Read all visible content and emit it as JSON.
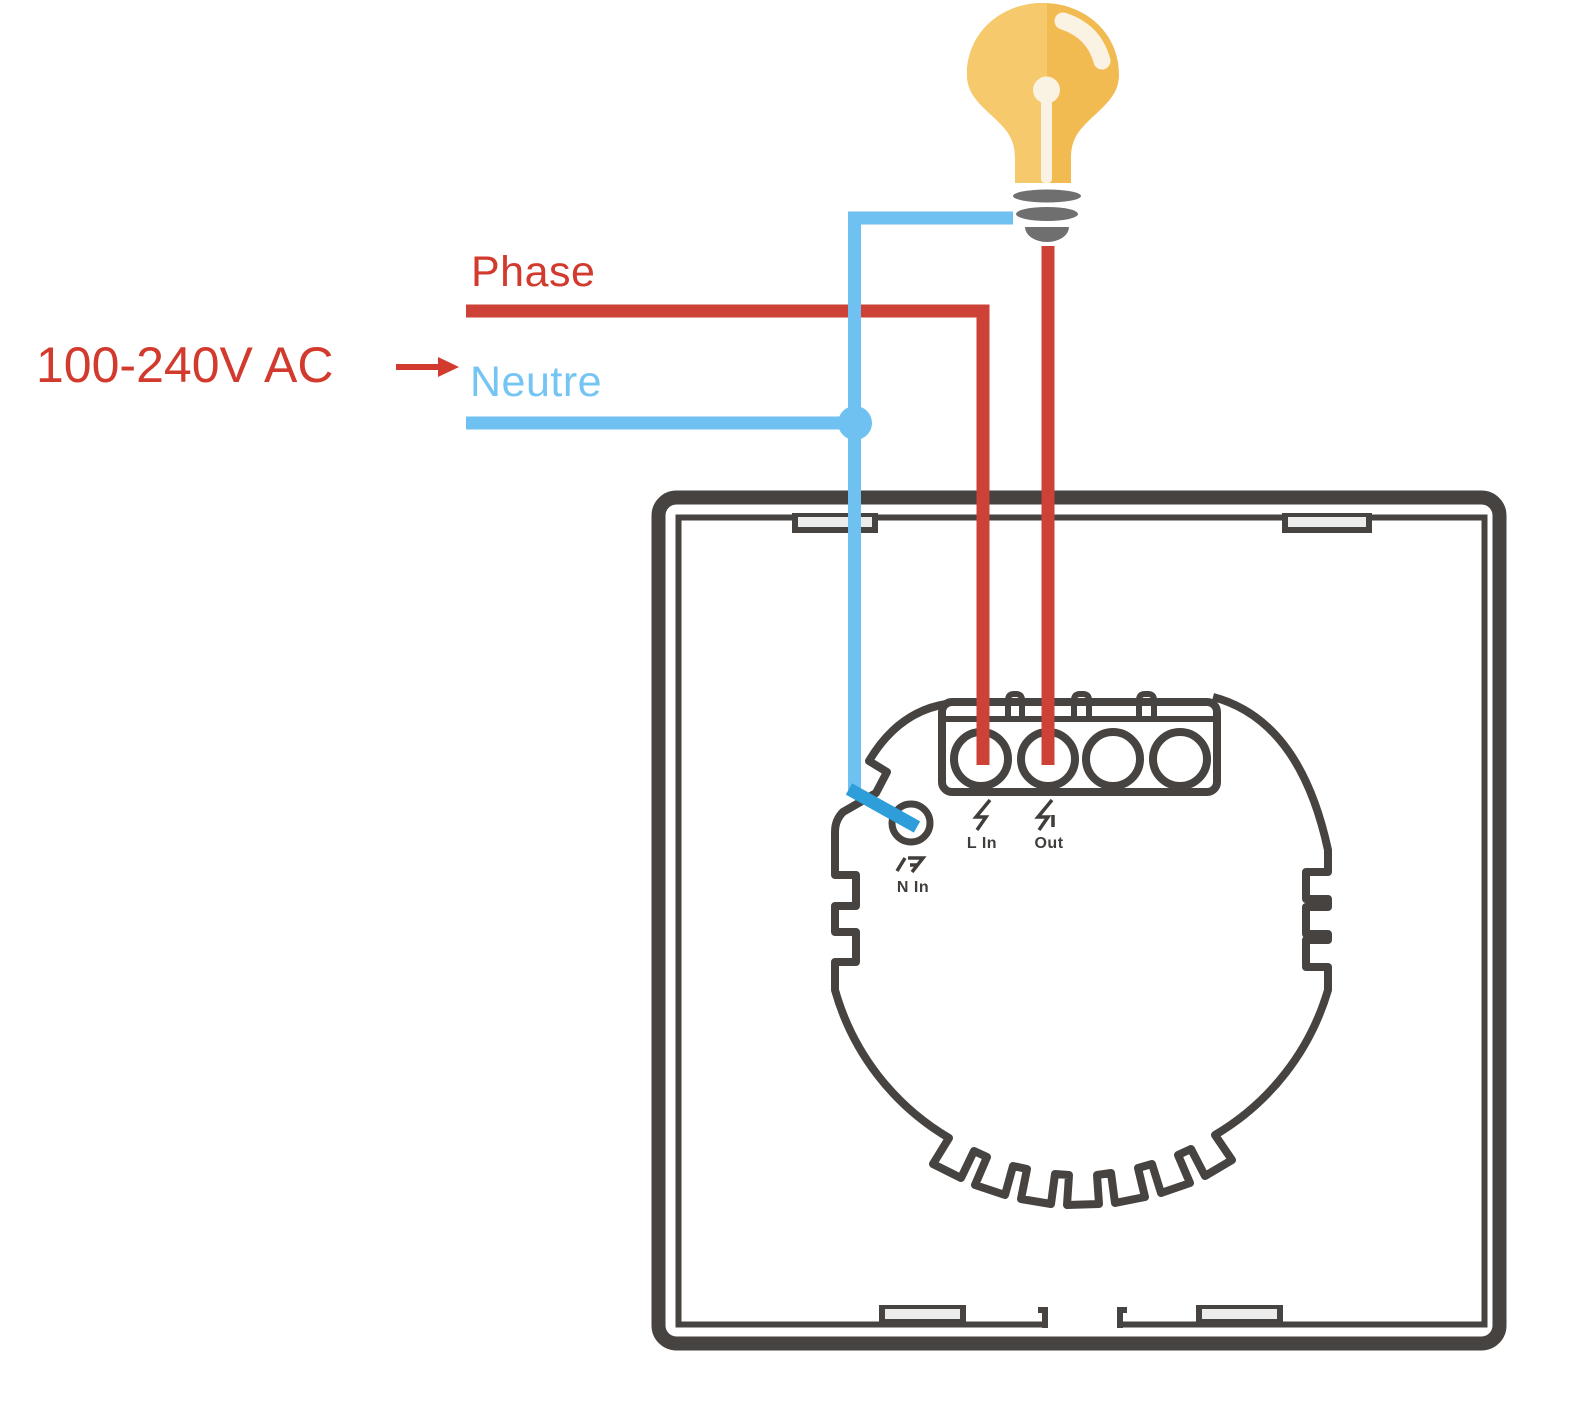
{
  "labels": {
    "voltage": "100-240V AC",
    "phase": "Phase",
    "neutral": "Neutre"
  },
  "terminals": {
    "l_in": "L In",
    "out": "Out",
    "n_in": "N In"
  },
  "colors": {
    "phase_text": "#d23a2d",
    "phase_wire": "#cd4137",
    "neutral_text": "#74c4f4",
    "neutral_wire": "#6fc1f2",
    "neutral_dark": "#2d9eda",
    "outline": "#474340",
    "label_dark": "#403d3a",
    "bulb_left": "#f6c96d",
    "bulb_right": "#f2bb52",
    "bulb_cream": "#faf2e2",
    "socket_gray": "#6f6f6f",
    "tab_fill": "#ececec"
  }
}
